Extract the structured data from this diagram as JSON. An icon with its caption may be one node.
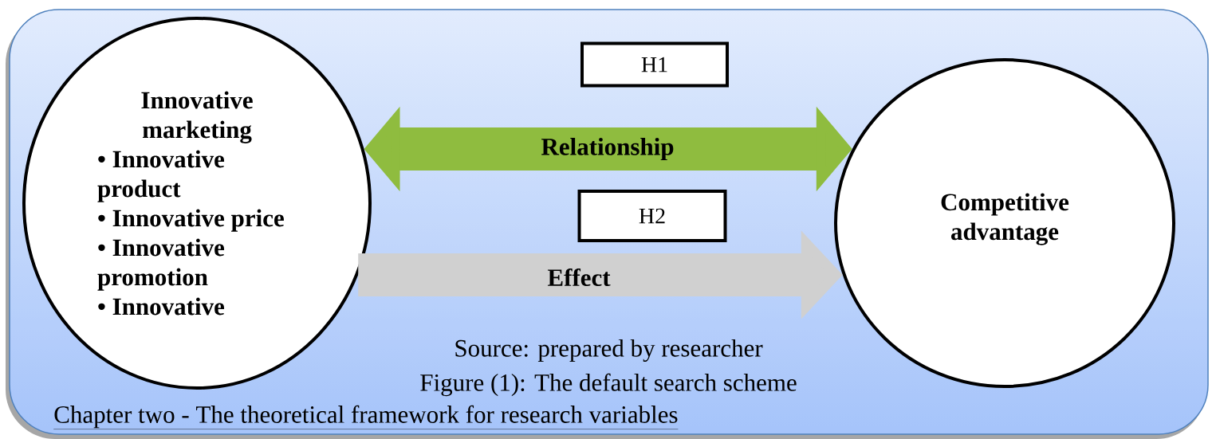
{
  "diagram": {
    "caption": "Figure (1): The default search scheme",
    "nodes": [
      {
        "text": [
          "Innovative marketing",
          "• Innovative product",
          "• Innovative price",
          "• Innovative promotion",
          "• Innovative"
        ]
      },
      {
        "text": [
          "H1"
        ]
      },
      {
        "text": [
          "H2"
        ]
      },
      {
        "text": [
          "Competitive advantage"
        ]
      }
    ],
    "edges": [
      {
        "from": 0,
        "to": 3,
        "arrow": "to",
        "label": "Effect",
        "color": "#d0d0d0"
      },
      {
        "from": 0,
        "to": 3,
        "arrow": "both",
        "label": "Relationship",
        "color": "#8fbc3f"
      }
    ],
    "labels": [
      "Source: prepared by researcher",
      "Chapter two - The theoretical framework for research variables"
    ]
  }
}
